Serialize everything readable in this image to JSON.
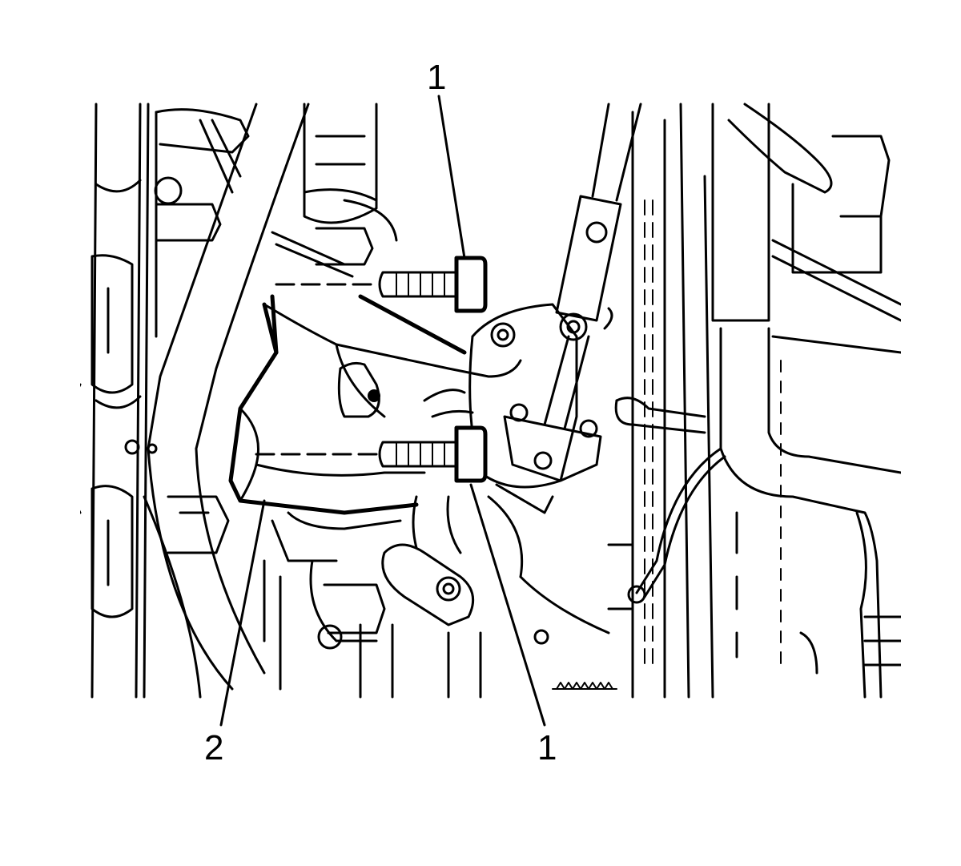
{
  "callouts": {
    "top_bolt": "1",
    "bracket": "2",
    "lower_bolt": "1"
  }
}
